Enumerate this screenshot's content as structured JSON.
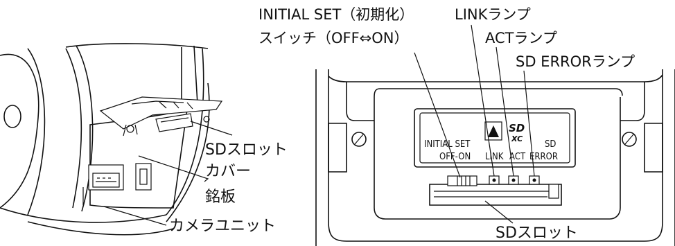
{
  "left_figure": {
    "labels": {
      "sd_slot_cover_line1": "SDスロット",
      "sd_slot_cover_line2": "カバー",
      "nameplate": "銘板",
      "camera_unit": "カメラユニット"
    }
  },
  "right_figure": {
    "callouts": {
      "initial_set_line1": "INITIAL SET（初期化）",
      "initial_set_line2": "スイッチ（OFF⇔ON）",
      "link_lamp": "LINKランプ",
      "act_lamp": "ACTランプ",
      "sd_error_lamp": "SD ERRORランプ",
      "sd_slot": "SDスロット"
    },
    "panel_text": {
      "initial_set": "INITIAL SET",
      "off_on": "OFF-ON",
      "link": "LINK",
      "act": "ACT",
      "sd": "SD",
      "error": "ERROR",
      "sdxc_logo_top": "SD",
      "sdxc_logo_bottom": "XC"
    }
  }
}
